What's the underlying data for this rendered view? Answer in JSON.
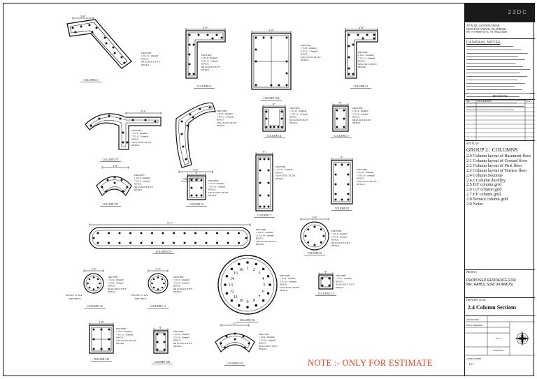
{
  "titleblock": {
    "logo": "23DC",
    "address": [
      "287-M XR, LADOWALI ROAD",
      "NEAR B.S.F CHOWK, JALANDHAR",
      "PH: +91-9888770775, +91-9914251488"
    ],
    "general_notes_title": "GENERAL NOTES",
    "revisions_title": "REVISIONS",
    "rev_headers": [
      "NO.",
      "DESCRIPTION",
      "DATE"
    ],
    "key_plan_label": "KEY PLAN",
    "group_title": "GROUP 2 : COLUMNS",
    "sheet_list": [
      "2.0 Column layout of Basement floor",
      "2.1 Column layout of Ground floor",
      "2.2 Column layout of First floor",
      "2.3 Column layout of Terrace floor",
      "2.4 Column Sections",
      "2.4.1 Column ductility",
      "2.5 B.F column grid",
      "2.6 G.F column grid",
      "2.7 F.F column grid",
      "2.8 Terrace column grid",
      "2.9 Notes"
    ],
    "project_label": "PROJECT",
    "project_name": [
      "PROPOSED RESIDENCE FOR",
      "MR. RAHUL SURI (FORMUS)"
    ],
    "drawing_title_label": "DRAWING TITLE",
    "drawing_title": "2.4 Column Sections",
    "drawn_by_label": "DRAWN BY",
    "drawn_by": "RIYA SHARMA",
    "checked_by_label": "CHECKED BY",
    "checked_by": "K.C",
    "scale": "N.T.S",
    "date": "29.09.2023"
  },
  "note": "NOTE :- ONLY FOR ESTIMATE",
  "columns": [
    {
      "id": "c1",
      "label": "COLUMN C1",
      "dim": "2'-6\"",
      "provide": [
        "PROVIDE:",
        "1 TO 12 : 16mmØ",
        "RINGS:",
        "8Ø AS DUCTILITY",
        "DETAIL"
      ]
    },
    {
      "id": "c2",
      "label": "COLUMN C2",
      "dim": "2'-6\"",
      "provide": [
        "PROVIDE:",
        "1 TO 8 : 20mmØ",
        "9 TO 12 : 16mmØ",
        "RINGS:",
        "8Ø AS DUCTILITY",
        "DETAIL"
      ]
    },
    {
      "id": "c2a",
      "label": "COLUMN C2A",
      "dim": "2'-6\"",
      "provide": [
        "PROVIDE:",
        "1 TO 8 : 20mmØ",
        "9 TO 12 : 16mmØ",
        "RINGS:",
        "10Ø AS DUCTILITY",
        "DETAIL"
      ]
    },
    {
      "id": "c3",
      "label": "COLUMN C3",
      "dim": "2'-6\"",
      "provide": [
        "PROVIDE:",
        "1 TO 6 : 20mmØ",
        "7 TO 12 : 20mmØ",
        "RINGS:",
        "8Ø AS DUCTILITY",
        "DETAIL"
      ]
    },
    {
      "id": "c3b",
      "label": "COLUMN C3*",
      "dim": "2'-3\"",
      "provide": [
        "PROVIDE:",
        "1 TO 6 : 20mmØ",
        "7 TO 12 : 20mmØ",
        "RINGS:",
        "10Ø AS DUCTILITY",
        "DETAIL"
      ]
    },
    {
      "id": "c3a",
      "label": "COLUMN C3A",
      "dim": "4'-9\"",
      "provide": [
        "PROVIDE:",
        "1 TO 6 : 20mmØ",
        "7 TO 12 : 20mmØ",
        "RINGS:",
        "10Ø AS DUCTILITY",
        "DETAIL"
      ]
    },
    {
      "id": "c4",
      "label": "COLUMN C4",
      "dim": "9\"",
      "provide": [
        "PROVIDE:",
        "1 TO 10 : 20mmØ",
        "11 TO 14 : 12mmØ",
        "RINGS:",
        "8Ø AS DUCTILITY",
        "DETAIL"
      ]
    },
    {
      "id": "c5",
      "label": "COLUMN C5",
      "dim": "9\"",
      "provide": [
        "PROVIDE:",
        "1 TO 4 : 20mmØ",
        "5 TO 8 : 16mmØ",
        "RINGS:",
        "8Ø AS DUCTILITY",
        "DETAIL"
      ]
    },
    {
      "id": "c5b",
      "label": "COLUMN C5*",
      "dim": "1'-6\"",
      "provide": [
        "PROVIDE:",
        "1 TO 6 : 20mmØ",
        "7 TO 8 : 16mmØ",
        "RINGS:",
        "8Ø AS DUCTILITY",
        "DETAIL"
      ]
    },
    {
      "id": "c6",
      "label": "COLUMN C6",
      "dim": "9\"",
      "provide": [
        "PROVIDE:",
        "1 TO 6 : 20mmØ",
        "7 TO 10 : 16mmØ",
        "RINGS:",
        "10Ø AS DUCTILITY",
        "DETAIL"
      ]
    },
    {
      "id": "c7",
      "label": "COLUMN C7",
      "dim": "9\"",
      "provide": [
        "PROVIDE:",
        "1 TO 12 : 16mmØ",
        "RINGS:",
        "10Ø AS DUCTILITY",
        "DETAIL"
      ]
    },
    {
      "id": "c8",
      "label": "COLUMN C8",
      "dim": "9\"",
      "provide": [
        "PROVIDE:",
        "1 TO 10 : 20mmØ",
        "11 TO 16 : 16mmØ",
        "RINGS:",
        "10Ø AS DUCTILITY",
        "DETAIL"
      ]
    },
    {
      "id": "c9",
      "label": "COLUMN C9",
      "dim": "1'-6\"",
      "provide": [
        "PROVIDE:",
        "1 TO 4 : 20mmØ",
        "5 TO 8 : 16mmØ",
        "RINGS:",
        "8Ø AS DUCTILITY",
        "DETAIL"
      ]
    },
    {
      "id": "c9b",
      "label": "COLUMN C9*",
      "dim": "9'-1\"",
      "provide": [
        "PROVIDE:",
        "1 TO 20 : 20mmØ",
        "21 TO 30 : 16mmØ",
        "RINGS:",
        "10Ø AS DUCTILITY",
        "DETAIL"
      ]
    },
    {
      "id": "c10",
      "label": "COLUMN C10",
      "dim": "1'-2\"",
      "pipe": [
        "MS PIPE 12\" DIA",
        "3MM THICK"
      ],
      "provide": [
        "PROVIDE:",
        "1 TO 4 : 20mmØ",
        "5 TO 8 : 16mmØ",
        "RINGS:",
        "8Ø AS DUCTILITY",
        "DETAIL"
      ]
    },
    {
      "id": "c11",
      "label": "COLUMN C11",
      "dim": "1'-2\"",
      "pipe": [
        "MS PIPE 12\" DIA",
        "3MM THICK"
      ],
      "provide": [
        "PROVIDE:",
        "1 TO 4 : 20mmØ",
        "5 TO 8 : 16mmØ",
        "RINGS:",
        "8Ø AS DUCTILITY",
        "DETAIL"
      ]
    },
    {
      "id": "c12",
      "label": "COLUMN C12",
      "dim": "",
      "provide": [
        "PROVIDE:",
        "1 TO 8 : 25mmØ",
        "9 TO 16 : 20mmØ",
        "RINGS:",
        "10Ø AS DUCTILITY",
        "DETAIL"
      ]
    },
    {
      "id": "c13",
      "label": "COLUMN C13",
      "dim": "9\"",
      "provide": [
        "PROVIDE:",
        "1 TO 4 : 16mmØ",
        "RINGS:",
        "8Ø AS DUCTILITY",
        "DETAIL"
      ]
    },
    {
      "id": "c14",
      "label": "COLUMN C14",
      "dim": "1'-6\"",
      "provide": [
        "PROVIDE:",
        "1 TO 6 : 20mmØ",
        "7 TO 12 : 16mmØ",
        "RINGS:",
        "10Ø AS DUCTILITY",
        "DETAIL"
      ]
    },
    {
      "id": "cb1",
      "label": "COLUMN CB1",
      "dim": "9\"",
      "provide": [
        "PROVIDE:",
        "1 TO 4 : 20mmØ",
        "5 TO 8 : 16mmØ",
        "RINGS:",
        "8Ø AS DUCTILITY",
        "DETAIL"
      ]
    },
    {
      "id": "c5a",
      "label": "COLUMN C5A",
      "dim": "1'-7\"",
      "provide": [
        "PROVIDE:",
        "1 TO 6 : 20mmØ",
        "7 TO 10 : 16mmØ",
        "RINGS:",
        "8Ø AS DUCTILITY",
        "DETAIL"
      ]
    }
  ]
}
